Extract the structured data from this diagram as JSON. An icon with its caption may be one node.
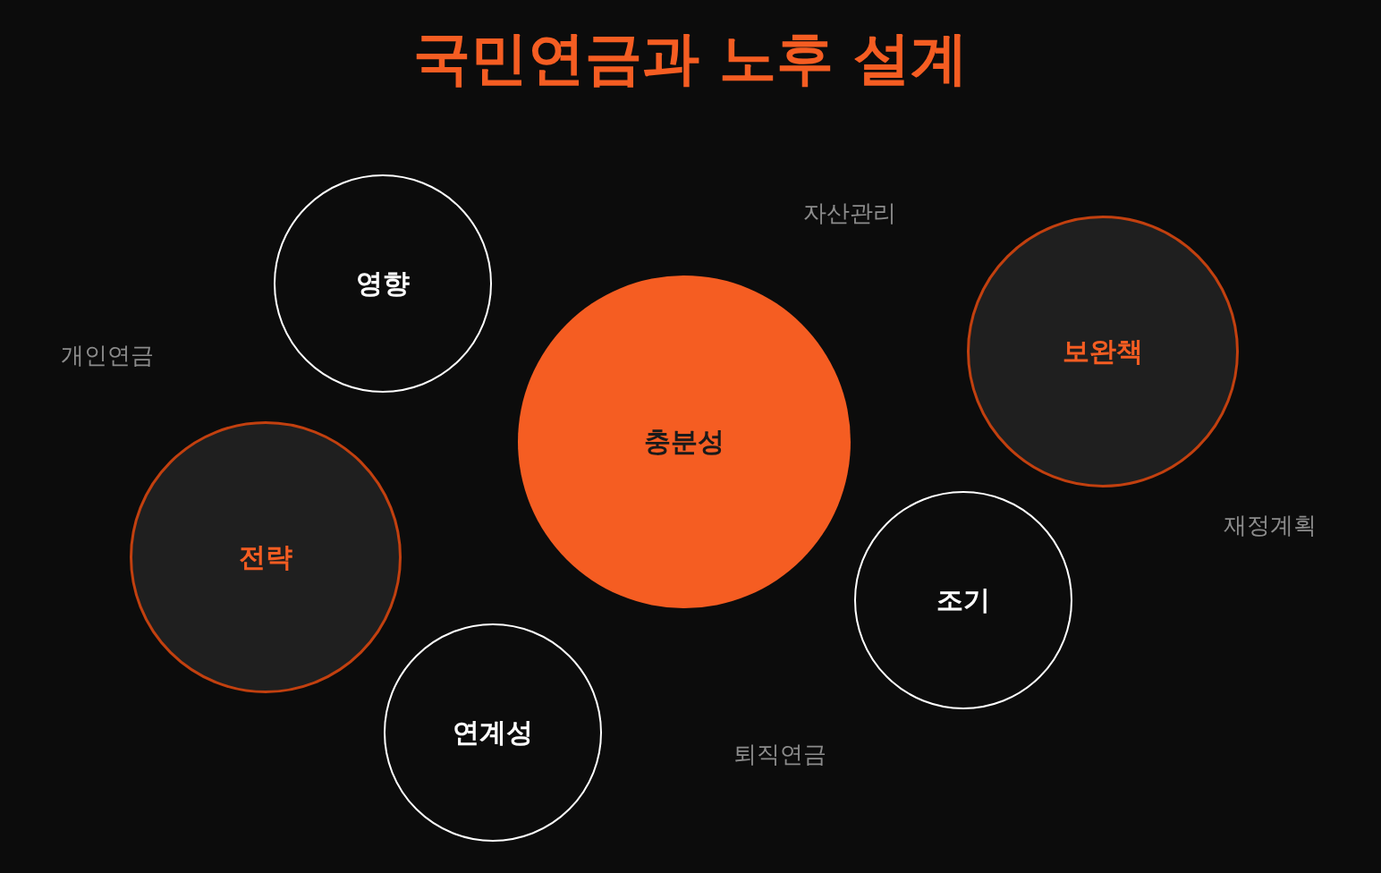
{
  "diagram": {
    "title": "국민연금과 노후 설계",
    "nodes": [
      {
        "text": [
          "영향"
        ]
      },
      {
        "text": [
          "보완책"
        ]
      },
      {
        "text": [
          "충분성"
        ]
      },
      {
        "text": [
          "전략"
        ]
      },
      {
        "text": [
          "조기"
        ]
      },
      {
        "text": [
          "연계성"
        ]
      }
    ],
    "labels": [
      "자산관리",
      "개인연금",
      "재정계획",
      "퇴직연금"
    ]
  }
}
